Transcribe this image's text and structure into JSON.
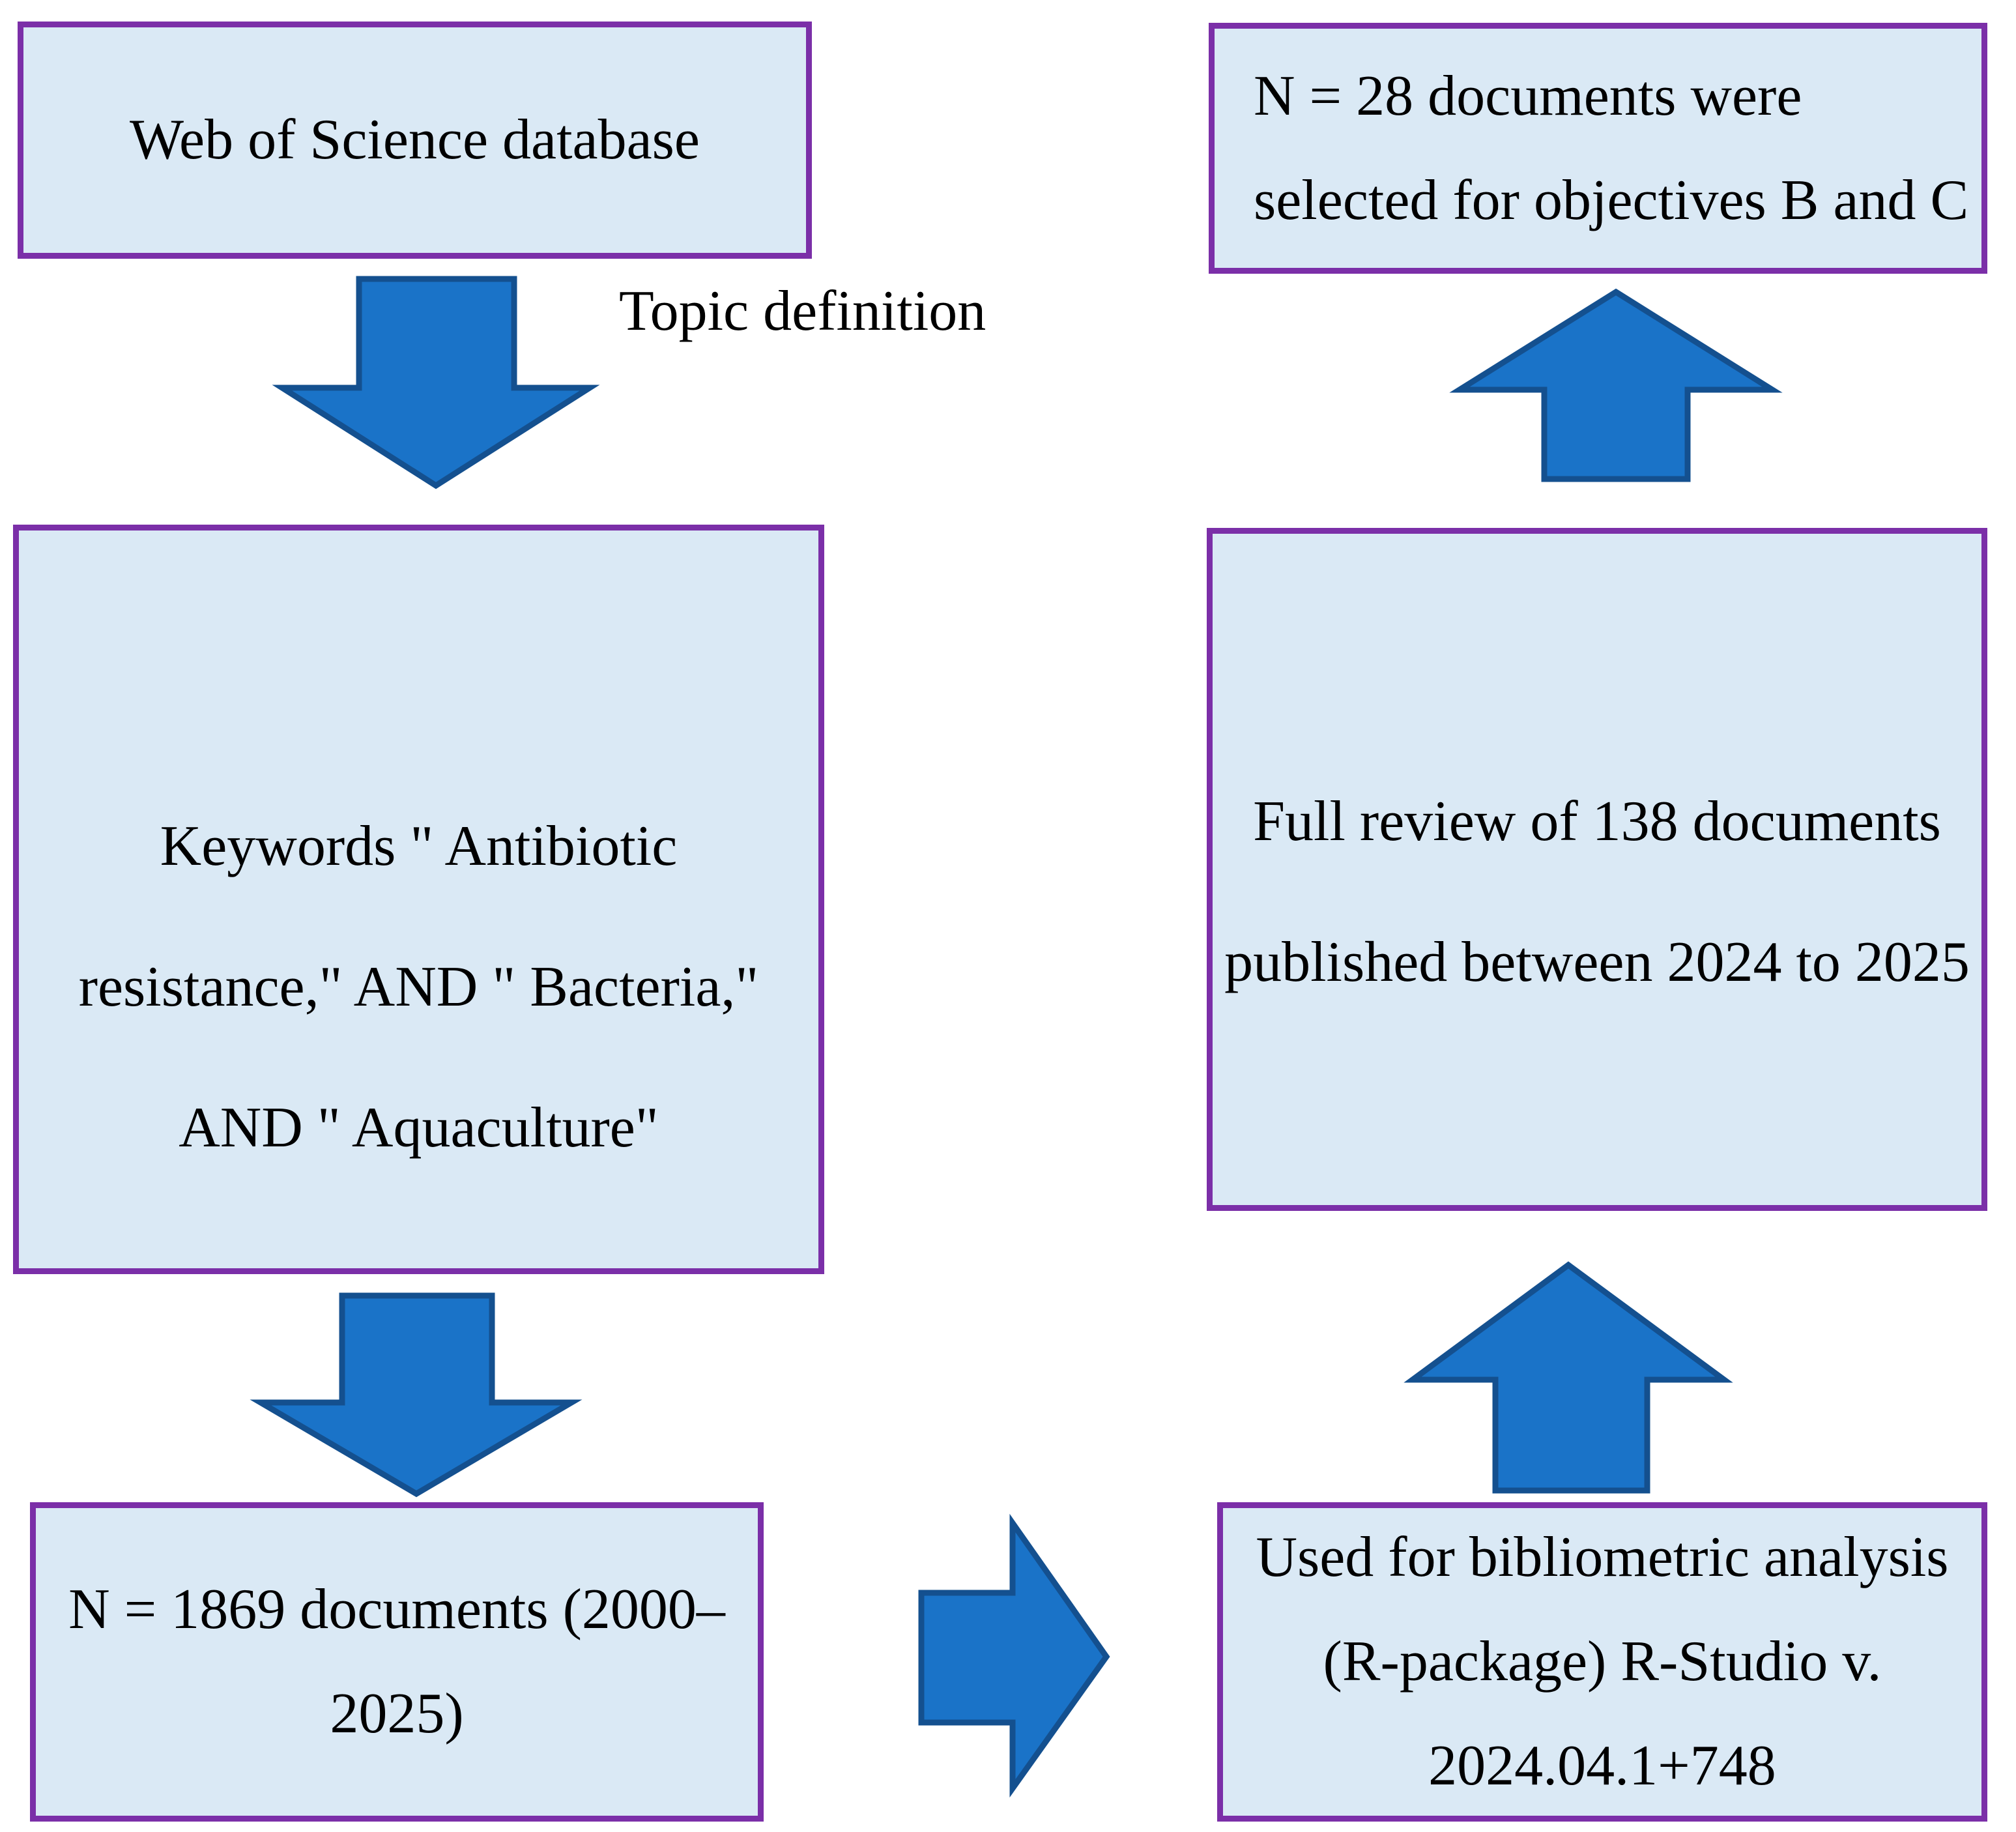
{
  "figure": {
    "type": "flowchart",
    "boxes": {
      "wos": {
        "lines": [
          "Web of Science database"
        ]
      },
      "keywords": {
        "lines": [
          "Keywords \" Antibiotic",
          "resistance,\" AND \" Bacteria,\"",
          "AND \" Aquaculture\""
        ]
      },
      "n1869": {
        "lines": [
          "N = 1869 documents (2000–",
          "2025)"
        ]
      },
      "n28": {
        "lines": [
          "N = 28 documents were",
          "selected for objectives B and C"
        ]
      },
      "full_review": {
        "lines": [
          "Full review of 138 documents",
          "published between 2024 to 2025"
        ]
      },
      "bibliometric": {
        "lines": [
          "Used for bibliometric analysis",
          "(R-package) R-Studio v.",
          "2024.04.1+748"
        ]
      }
    },
    "labels": {
      "topic_definition": "Topic definition"
    },
    "arrows": [
      {
        "id": "arrow-down-1",
        "direction": "down",
        "from": "wos",
        "to": "keywords"
      },
      {
        "id": "arrow-down-2",
        "direction": "down",
        "from": "keywords",
        "to": "n1869"
      },
      {
        "id": "arrow-right-1",
        "direction": "right",
        "from": "n1869",
        "to": "bibliometric"
      },
      {
        "id": "arrow-up-1",
        "direction": "up",
        "from": "bibliometric",
        "to": "full_review"
      },
      {
        "id": "arrow-up-2",
        "direction": "up",
        "from": "full_review",
        "to": "n28"
      }
    ]
  },
  "colors": {
    "box-fill": "#dae9f5",
    "box-border": "#7b2fa8",
    "arrow-fill": "#1a73c8",
    "arrow-border": "#14508f",
    "text": "#000000",
    "bg": "#ffffff"
  }
}
